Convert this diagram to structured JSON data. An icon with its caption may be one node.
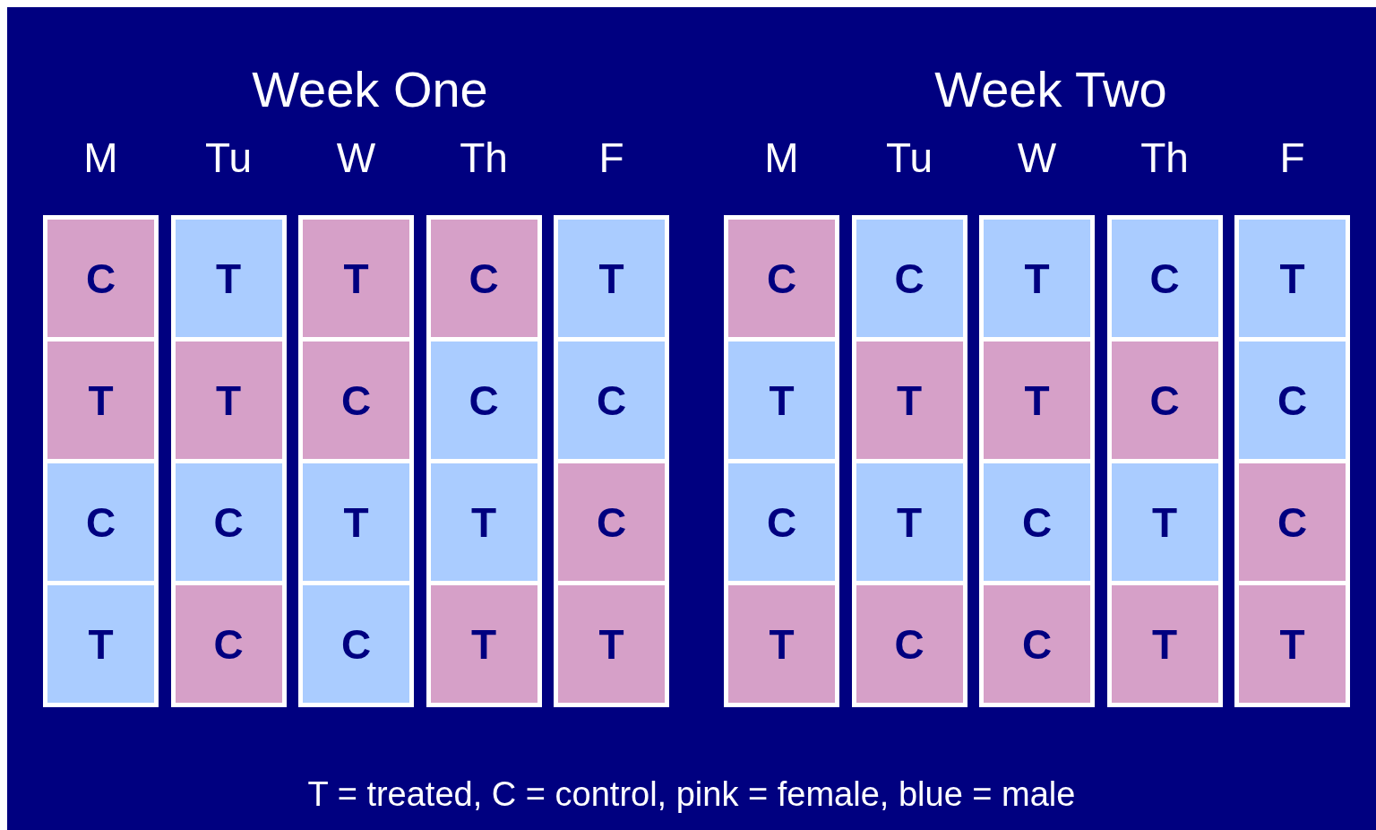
{
  "diagram": {
    "caption": "T = treated, C = control, pink = female, blue = male",
    "labels": [
      "Week One",
      "Week Two"
    ],
    "nodes": [
      {
        "text": [
          "M"
        ]
      },
      {
        "text": [
          "C"
        ],
        "in": 0
      },
      {
        "text": [
          "T"
        ],
        "in": 0
      },
      {
        "text": [
          "C"
        ],
        "in": 0
      },
      {
        "text": [
          "T"
        ],
        "in": 0
      },
      {
        "text": [
          "Tu"
        ]
      },
      {
        "text": [
          "T"
        ],
        "in": 5
      },
      {
        "text": [
          "T"
        ],
        "in": 5
      },
      {
        "text": [
          "C"
        ],
        "in": 5
      },
      {
        "text": [
          "C"
        ],
        "in": 5
      },
      {
        "text": [
          "W"
        ]
      },
      {
        "text": [
          "T"
        ],
        "in": 10
      },
      {
        "text": [
          "C"
        ],
        "in": 10
      },
      {
        "text": [
          "T"
        ],
        "in": 10
      },
      {
        "text": [
          "C"
        ],
        "in": 10
      },
      {
        "text": [
          "Th"
        ]
      },
      {
        "text": [
          "C"
        ],
        "in": 15
      },
      {
        "text": [
          "C"
        ],
        "in": 15
      },
      {
        "text": [
          "T"
        ],
        "in": 15
      },
      {
        "text": [
          "T"
        ],
        "in": 15
      },
      {
        "text": [
          "F"
        ]
      },
      {
        "text": [
          "T"
        ],
        "in": 20
      },
      {
        "text": [
          "C"
        ],
        "in": 20
      },
      {
        "text": [
          "C"
        ],
        "in": 20
      },
      {
        "text": [
          "T"
        ],
        "in": 20
      },
      {
        "text": [
          "M"
        ]
      },
      {
        "text": [
          "C"
        ],
        "in": 25
      },
      {
        "text": [
          "T"
        ],
        "in": 25
      },
      {
        "text": [
          "C"
        ],
        "in": 25
      },
      {
        "text": [
          "T"
        ],
        "in": 25
      },
      {
        "text": [
          "Tu"
        ]
      },
      {
        "text": [
          "C"
        ],
        "in": 30
      },
      {
        "text": [
          "T"
        ],
        "in": 30
      },
      {
        "text": [
          "T"
        ],
        "in": 30
      },
      {
        "text": [
          "C"
        ],
        "in": 30
      },
      {
        "text": [
          "W"
        ]
      },
      {
        "text": [
          "T"
        ],
        "in": 35
      },
      {
        "text": [
          "T"
        ],
        "in": 35
      },
      {
        "text": [
          "C"
        ],
        "in": 35
      },
      {
        "text": [
          "C"
        ],
        "in": 35
      },
      {
        "text": [
          "Th"
        ]
      },
      {
        "text": [
          "C"
        ],
        "in": 40
      },
      {
        "text": [
          "C"
        ],
        "in": 40
      },
      {
        "text": [
          "T"
        ],
        "in": 40
      },
      {
        "text": [
          "T"
        ],
        "in": 40
      },
      {
        "text": [
          "F"
        ]
      },
      {
        "text": [
          "T"
        ],
        "in": 45
      },
      {
        "text": [
          "C"
        ],
        "in": 45
      },
      {
        "text": [
          "C"
        ],
        "in": 45
      },
      {
        "text": [
          "T"
        ],
        "in": 45
      }
    ]
  }
}
